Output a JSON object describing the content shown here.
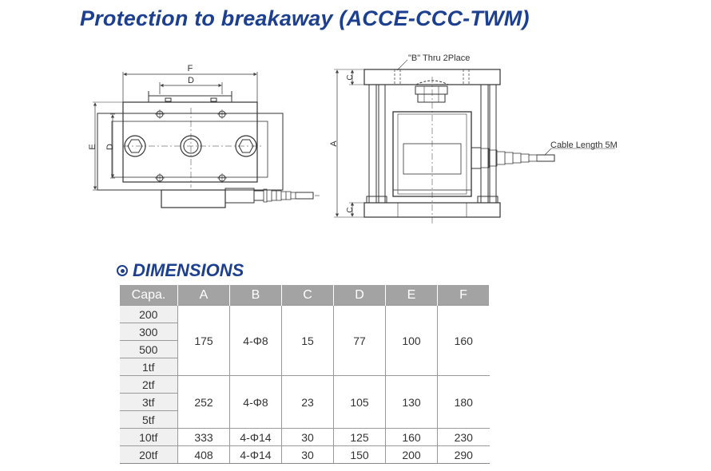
{
  "title": "Protection to breakaway (ACCE-CCC-TWM)",
  "drawing": {
    "labels": {
      "f": "F",
      "d_top": "D",
      "e": "E",
      "d_side": "D",
      "b_note": "\"B\" Thru 2Place",
      "c_top": "C",
      "a": "A",
      "c_bottom": "C",
      "cable": "Cable Length 5M"
    }
  },
  "dimensions": {
    "heading": "DIMENSIONS",
    "columns": [
      "Capa.",
      "A",
      "B",
      "C",
      "D",
      "E",
      "F"
    ],
    "groups": [
      {
        "capacities": [
          "200",
          "300",
          "500",
          "1tf"
        ],
        "A": "175",
        "B": "4-Φ8",
        "C": "15",
        "D": "77",
        "E": "100",
        "F": "160"
      },
      {
        "capacities": [
          "2tf",
          "3tf",
          "5tf"
        ],
        "A": "252",
        "B": "4-Φ8",
        "C": "23",
        "D": "105",
        "E": "130",
        "F": "180"
      },
      {
        "capacities": [
          "10tf"
        ],
        "A": "333",
        "B": "4-Φ14",
        "C": "30",
        "D": "125",
        "E": "160",
        "F": "230"
      },
      {
        "capacities": [
          "20tf"
        ],
        "A": "408",
        "B": "4-Φ14",
        "C": "30",
        "D": "150",
        "E": "200",
        "F": "290"
      }
    ]
  }
}
